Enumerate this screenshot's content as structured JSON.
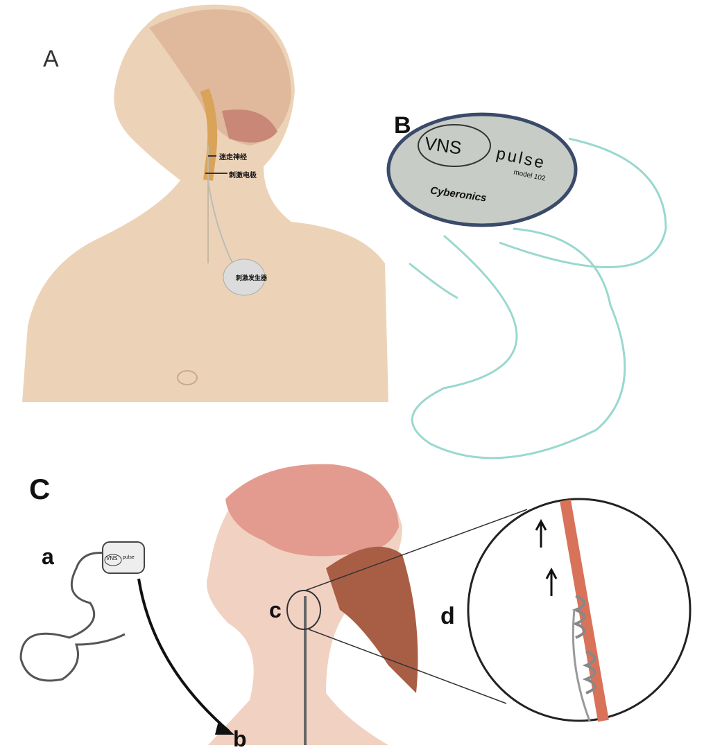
{
  "panels": {
    "a_label": "A",
    "b_label": "B",
    "c_label": "C"
  },
  "panel_a": {
    "nerve_label": "迷走神经",
    "electrode_label": "刺激电极",
    "generator_label": "刺激发生器"
  },
  "panel_b": {
    "device_logo": "VNS",
    "device_name": "pulse",
    "model": "model 102",
    "brand": "Cyberonics"
  },
  "panel_c": {
    "label_a": "a",
    "label_b": "b",
    "label_c": "c",
    "label_d": "d",
    "device_logo": "VNS",
    "device_name": "pulse"
  },
  "colors": {
    "skin": "#e8cdb0",
    "brain": "#d98f86",
    "lead": "#8fd6cc",
    "nerve": "#d8735a"
  }
}
